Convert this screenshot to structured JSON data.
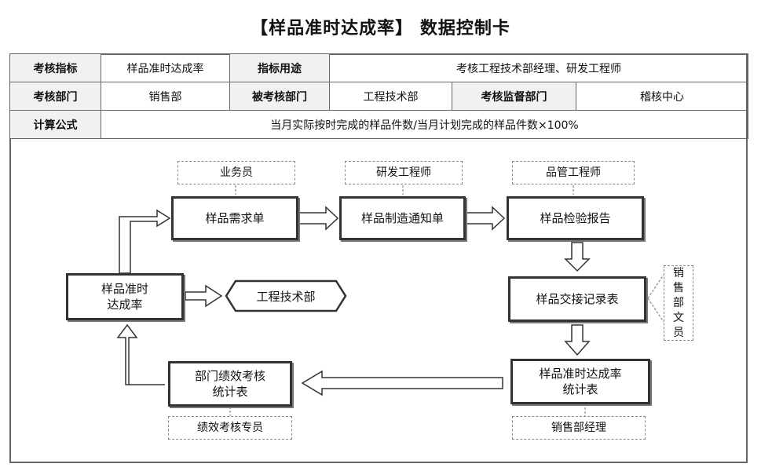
{
  "title": "【样品准时达成率】 数据控制卡",
  "info": {
    "indicator_label": "考核指标",
    "indicator_value": "样品准时达成率",
    "usage_label": "指标用途",
    "usage_value": "考核工程技术部经理、研发工程师",
    "dept_label": "考核部门",
    "dept_value": "销售部",
    "assessed_label": "被考核部门",
    "assessed_value": "工程技术部",
    "supervisor_label": "考核监督部门",
    "supervisor_value": "稽核中心",
    "formula_label": "计算公式",
    "formula_value": "当月实际按时完成的样品件数/当月计划完成的样品件数×100%"
  },
  "flow": {
    "salesperson": "业务员",
    "rd_engineer": "研发工程师",
    "qc_engineer": "品管工程师",
    "sample_request": "样品需求单",
    "manufacture_notice": "样品制造通知单",
    "inspection_report": "样品检验报告",
    "handover_record": "样品交接记录表",
    "sales_clerk": "销售部文员",
    "ontime_stats": "样品准时达成率统计表",
    "sales_manager": "销售部经理",
    "dept_perf_stats": "部门绩效考核统计表",
    "perf_specialist": "绩效考核专员",
    "ontime_rate": "样品准时达成率",
    "eng_dept": "工程技术部"
  }
}
